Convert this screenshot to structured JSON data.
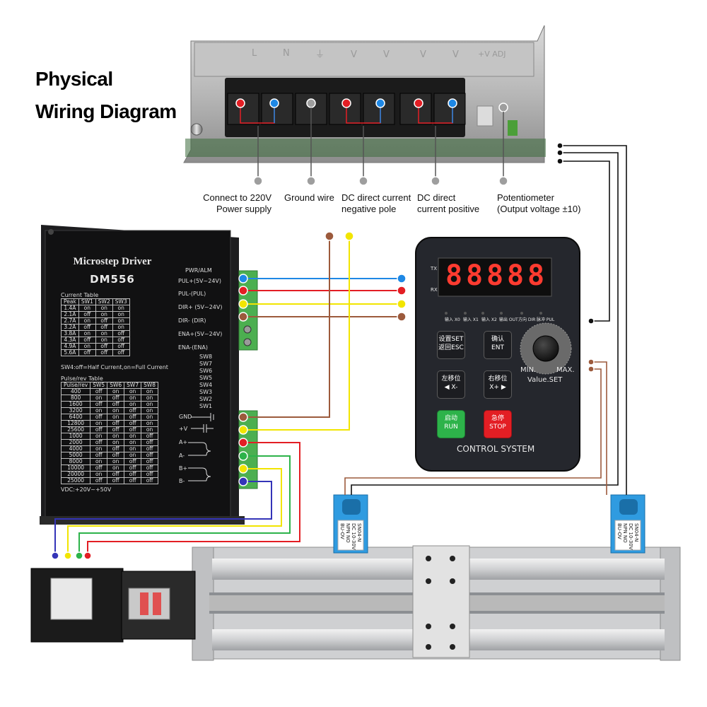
{
  "title": {
    "line1": "Physical",
    "line2": "Wiring Diagram"
  },
  "psu": {
    "terminal_labels": [
      "L",
      "N",
      "⏚",
      "V",
      "V",
      "V",
      "V",
      "+V ADJ"
    ],
    "callouts": {
      "power": {
        "line1": "Connect to 220V",
        "line2": "Power supply"
      },
      "ground": {
        "line1": "Ground wire"
      },
      "negative": {
        "line1": "DC direct current",
        "line2": "negative pole"
      },
      "positive": {
        "line1": "DC direct",
        "line2": "current positive"
      },
      "potentiometer": {
        "line1": "Potentiometer",
        "line2": "(Output voltage ±10)"
      }
    }
  },
  "driver": {
    "title": "Microstep Driver",
    "model": "DM556",
    "current_table_title": "Current  Table",
    "current_table_headers": [
      "Peak",
      "SW1",
      "SW2",
      "SW3"
    ],
    "current_table_rows": [
      [
        "1.4A",
        "on",
        "on",
        "on"
      ],
      [
        "2.1A",
        "off",
        "on",
        "on"
      ],
      [
        "2.7A",
        "on",
        "off",
        "on"
      ],
      [
        "3.2A",
        "off",
        "off",
        "on"
      ],
      [
        "3.8A",
        "on",
        "on",
        "off"
      ],
      [
        "4.3A",
        "off",
        "on",
        "off"
      ],
      [
        "4.9A",
        "on",
        "off",
        "off"
      ],
      [
        "5.6A",
        "off",
        "off",
        "off"
      ]
    ],
    "sw4_note": "SW4:off=Half Current,on=Full Current",
    "pulse_table_title": "Pulse/rev Table",
    "pulse_table_headers": [
      "Pulse/rev",
      "SW5",
      "SW6",
      "SW7",
      "SW8"
    ],
    "pulse_table_rows": [
      [
        "400",
        "off",
        "on",
        "on",
        "on"
      ],
      [
        "800",
        "on",
        "off",
        "on",
        "on"
      ],
      [
        "1600",
        "off",
        "off",
        "on",
        "on"
      ],
      [
        "3200",
        "on",
        "on",
        "off",
        "on"
      ],
      [
        "6400",
        "off",
        "on",
        "off",
        "on"
      ],
      [
        "12800",
        "on",
        "off",
        "off",
        "on"
      ],
      [
        "25600",
        "off",
        "off",
        "off",
        "on"
      ],
      [
        "1000",
        "on",
        "on",
        "on",
        "off"
      ],
      [
        "2000",
        "off",
        "on",
        "on",
        "off"
      ],
      [
        "4000",
        "on",
        "off",
        "on",
        "off"
      ],
      [
        "5000",
        "off",
        "off",
        "on",
        "off"
      ],
      [
        "8000",
        "on",
        "on",
        "off",
        "off"
      ],
      [
        "10000",
        "off",
        "on",
        "off",
        "off"
      ],
      [
        "20000",
        "on",
        "off",
        "off",
        "off"
      ],
      [
        "25000",
        "off",
        "off",
        "off",
        "off"
      ]
    ],
    "vdc_note": "VDC:+20V~+50V",
    "signal_header": "PWR/ALM",
    "signal_pins": [
      "PUL+(5V~24V)",
      "PUL-(PUL)",
      "DIR+ (5V~24V)",
      "DIR- (DIR)",
      "ENA+(5V~24V)",
      "ENA-(ENA)"
    ],
    "switch_labels": [
      "SW8",
      "SW7",
      "SW6",
      "SW5",
      "SW4",
      "SW3",
      "SW2",
      "SW1"
    ],
    "power_pins": [
      "GND",
      "+V",
      "A+",
      "A-",
      "B+",
      "B-"
    ]
  },
  "controller": {
    "display_digits": [
      "8",
      "8",
      "8",
      "8",
      "8"
    ],
    "tx_label": "TX",
    "rx_label": "RX",
    "indicators": [
      "输入 X0",
      "输入 X1",
      "输入 X2",
      "输出 OUT",
      "方向 DIR",
      "脉冲 PUL"
    ],
    "keys": {
      "set_esc": {
        "line1": "设置SET",
        "line2": "返回ESC"
      },
      "ent": {
        "line1": "确认",
        "line2": "ENT"
      },
      "left": {
        "line1": "左移位",
        "line2": "◀ X-"
      },
      "right": {
        "line1": "右移位",
        "line2": "X+ ▶"
      },
      "run": {
        "line1": "启动",
        "line2": "RUN"
      },
      "stop": {
        "line1": "急停",
        "line2": "STOP"
      }
    },
    "knob_min": "MIN.",
    "knob_max": "MAX.",
    "knob_label": "Value.SET",
    "footer": "CONTROL  SYSTEM"
  },
  "sensors": {
    "model": "SN04-N",
    "spec_line1": "DC 10-30V",
    "spec_line2": "NPN NO",
    "spec_line3": "BU-OV"
  },
  "colors": {
    "red": "#e31e24",
    "blue": "#1e88e5",
    "yellow": "#f2e500",
    "brown": "#9c5a3c",
    "green": "#2db34a",
    "navy": "#3434b8",
    "black": "#111111",
    "terminal_green": "#4caf50",
    "sensor_blue": "#2f9be0"
  }
}
